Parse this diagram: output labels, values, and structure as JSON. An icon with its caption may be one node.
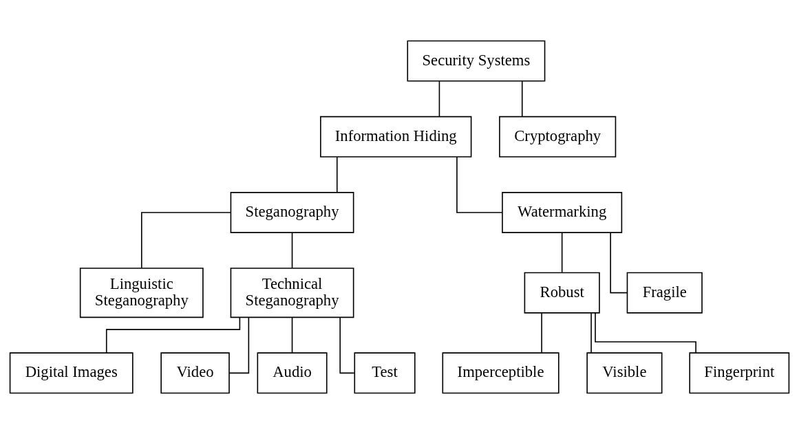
{
  "diagram": {
    "nodes": [
      {
        "text": [
          "Security Systems"
        ]
      },
      {
        "text": [
          "Information Hiding"
        ]
      },
      {
        "text": [
          "Cryptography"
        ]
      },
      {
        "text": [
          "Steganography"
        ]
      },
      {
        "text": [
          "Watermarking"
        ]
      },
      {
        "text": [
          "Linguistic Steganography"
        ]
      },
      {
        "text": [
          "Technical Steganography"
        ]
      },
      {
        "text": [
          "Robust"
        ]
      },
      {
        "text": [
          "Fragile"
        ]
      },
      {
        "text": [
          "Digital Images"
        ]
      },
      {
        "text": [
          "Video"
        ]
      },
      {
        "text": [
          "Audio"
        ]
      },
      {
        "text": [
          "Test"
        ]
      },
      {
        "text": [
          "Imperceptible"
        ]
      },
      {
        "text": [
          "Visible"
        ]
      },
      {
        "text": [
          "Fingerprint"
        ]
      }
    ],
    "edges": [
      {
        "from": 0,
        "to": 2,
        "arrow": "none"
      },
      {
        "from": 0,
        "to": 1,
        "arrow": "none"
      },
      {
        "from": 1,
        "to": 3,
        "arrow": "none"
      },
      {
        "from": 1,
        "to": 4,
        "arrow": "none"
      },
      {
        "from": 3,
        "to": 5,
        "arrow": "none"
      },
      {
        "from": 3,
        "to": 6,
        "arrow": "none"
      },
      {
        "from": 4,
        "to": 7,
        "arrow": "none"
      },
      {
        "from": 4,
        "to": 8,
        "arrow": "none"
      },
      {
        "from": 6,
        "to": 9,
        "arrow": "none"
      },
      {
        "from": 6,
        "to": 10,
        "arrow": "none"
      },
      {
        "from": 6,
        "to": 11,
        "arrow": "none"
      },
      {
        "from": 6,
        "to": 12,
        "arrow": "none"
      },
      {
        "from": 7,
        "to": 13,
        "arrow": "none"
      },
      {
        "from": 7,
        "to": 14,
        "arrow": "none"
      },
      {
        "from": 7,
        "to": 15,
        "arrow": "none"
      }
    ]
  }
}
